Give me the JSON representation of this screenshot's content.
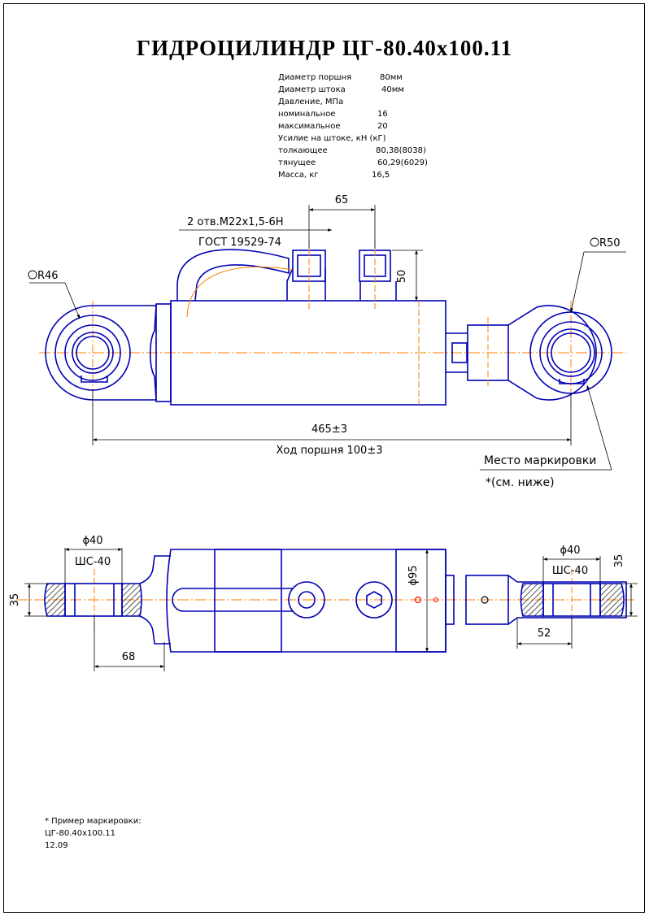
{
  "title": "ГИДРОЦИЛИНДР ЦГ-80.40х100.11",
  "specs": {
    "piston_label": "Диаметр поршня",
    "piston_value": "80мм",
    "rod_label": "Диаметр штока",
    "rod_value": "40мм",
    "pressure_label": "Давление, МПа",
    "nominal_label": "номинальное",
    "nominal_value": "16",
    "max_label": "максимальное",
    "max_value": "20",
    "force_label": "Усилие на штоке, кН (кГ)",
    "push_label": "толкающее",
    "push_value": "80,38(8038)",
    "pull_label": "тянущее",
    "pull_value": "60,29(6029)",
    "mass_label": "Масса, кг",
    "mass_value": "16,5"
  },
  "top_view": {
    "port_spacing": "65",
    "port_thread": "2 отв.М22х1,5-6Н",
    "port_standard": "ГОСТ 19529-74",
    "port_height": "50",
    "radius_left": "R46",
    "radius_right": "R50",
    "length": "465±3",
    "stroke": "Ход поршня 100±3",
    "marking_place": "Место маркировки",
    "marking_ref": "*(см. ниже)"
  },
  "bottom_view": {
    "left_dia": "ϕ40",
    "left_bearing": "ШС-40",
    "left_width": "35",
    "left_offset": "68",
    "body_dia": "ϕ95",
    "right_dia": "ϕ40",
    "right_bearing": "ШС-40",
    "right_width": "35",
    "right_len": "52"
  },
  "marking_note": {
    "line1": "* Пример маркировки:",
    "line2": "ЦГ-80.40х100.11",
    "line3": "12.09"
  },
  "colors": {
    "outline": "#0000b4",
    "centerline": "#ff7f00",
    "ink": "#000000"
  }
}
